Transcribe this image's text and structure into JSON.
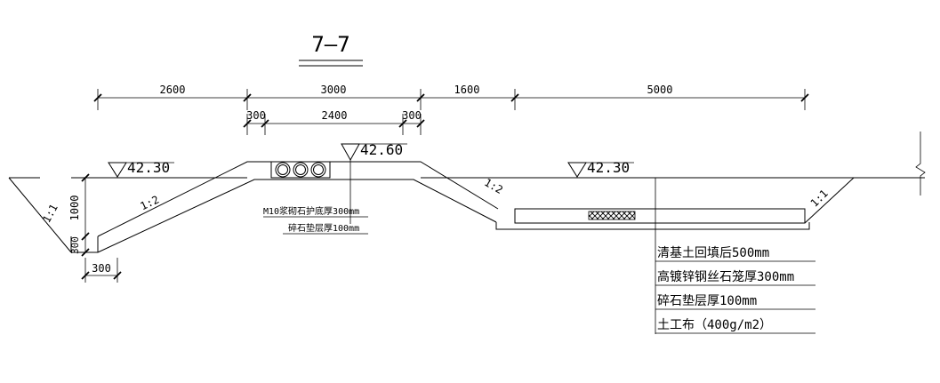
{
  "section": {
    "title": "7—7"
  },
  "dimensions_top": [
    "2600",
    "3000",
    "1600",
    "5000"
  ],
  "dimensions_second": [
    "300",
    "2400",
    "300"
  ],
  "elevations": {
    "left": "42.30",
    "center": "42.60",
    "right": "42.30"
  },
  "slopes": {
    "left_outer": "1:1",
    "left_embankment": "1:2",
    "right_embankment": "1:2",
    "right_outer": "1:1"
  },
  "left_ditch": {
    "depth": "1000",
    "lining_thickness": "300",
    "bottom_width": "300"
  },
  "center_notes": [
    "M10浆砌石护底厚300mm",
    "碎石垫层厚100mm"
  ],
  "layer_notes": [
    "清基土回填后500mm",
    "高镀锌钢丝石笼厚300mm",
    "碎石垫层厚100mm",
    "土工布（400g/m2）"
  ],
  "colors": {
    "line": "#000000",
    "background": "#ffffff"
  },
  "icons": [
    "elevation-triangle-icon",
    "culvert-pipe-icon",
    "gabion-hatch-icon",
    "break-line-icon"
  ]
}
